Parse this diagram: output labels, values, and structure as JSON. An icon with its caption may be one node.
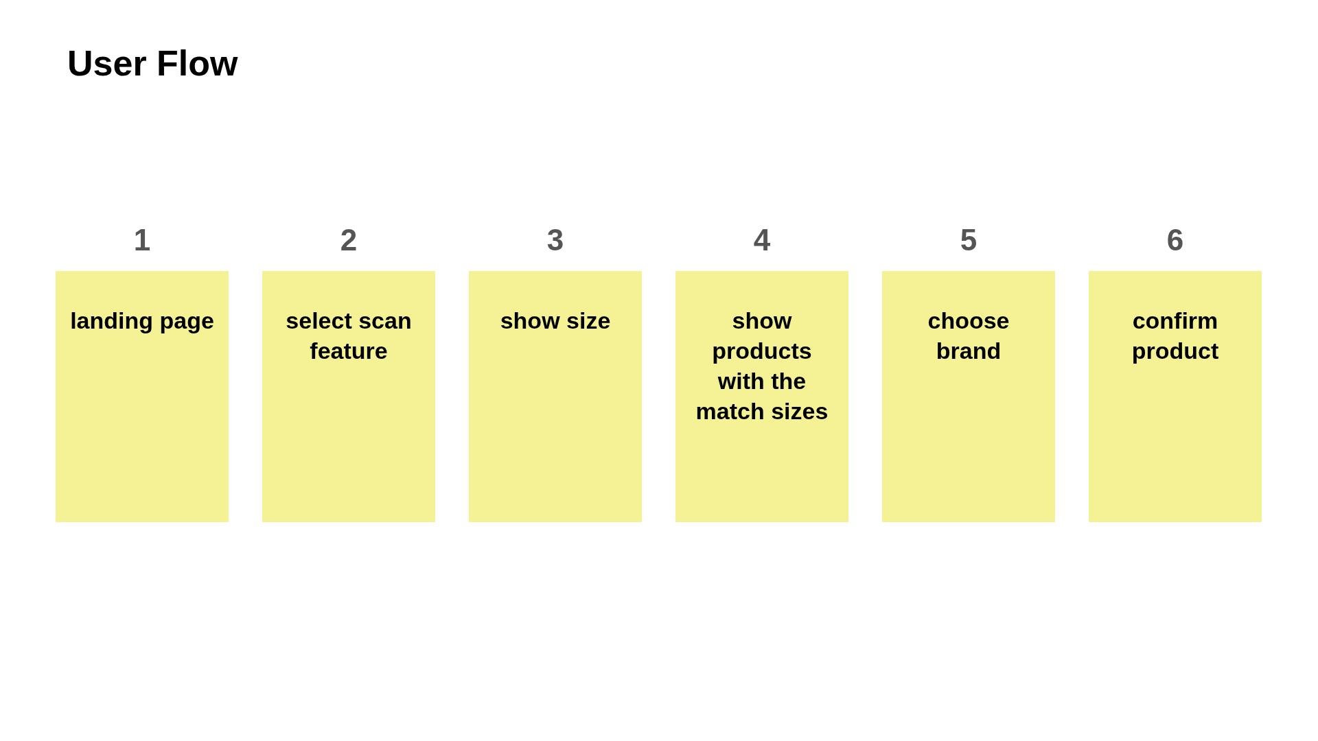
{
  "diagram": {
    "title": "User Flow",
    "nodes": [
      {
        "text": [
          "1",
          "landing page"
        ]
      },
      {
        "text": [
          "2",
          "select scan feature"
        ]
      },
      {
        "text": [
          "3",
          "show size"
        ]
      },
      {
        "text": [
          "4",
          "show products with the match sizes"
        ]
      },
      {
        "text": [
          "5",
          "choose brand"
        ]
      },
      {
        "text": [
          "6",
          "confirm product"
        ]
      }
    ]
  }
}
